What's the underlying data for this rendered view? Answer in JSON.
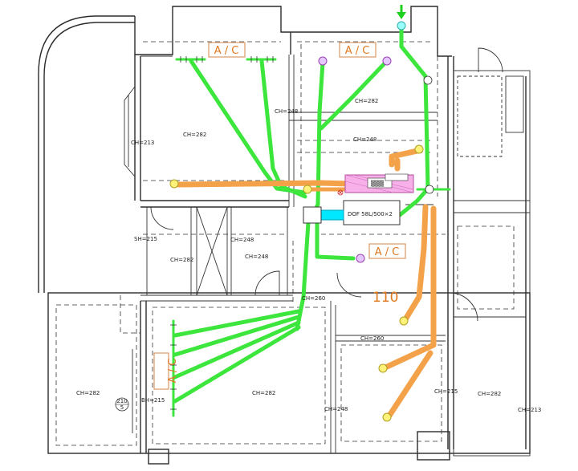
{
  "drawing": {
    "ac_tag": "A / C",
    "ac_tag_vertical": "A\nC",
    "room_number": "110",
    "unit_label": "DOF 58L/500×2",
    "dist_box_label": "▒▒▒",
    "section_marker_top": "210",
    "section_marker_bottom": "5",
    "inlet_arrow": "↓",
    "ceiling_heights": {
      "ch282_a": "CH=282",
      "ch213_a": "CH=213",
      "ch248_a": "CH=248",
      "ch282_b": "CH=282",
      "ch248_b": "CH=248",
      "ch282_c": "CH=282",
      "ch248_c": "CH=248",
      "ch248_d": "CH=248",
      "sh215": "SH=215",
      "ch260_a": "CH=260",
      "ch260_b": "CH=260",
      "ch282_d": "CH=282",
      "ch282_e": "CH=282",
      "bh215": "BH=215",
      "ch248_e": "CH=248",
      "ch215": "CH=215",
      "ch282_f": "CH=282",
      "ch213_b": "CH=213"
    }
  },
  "colors": {
    "supply_duct": "#3ce63c",
    "return_duct": "#f4a24a",
    "ac_tag_text": "#e0781e",
    "walls": "#2b2b2b"
  }
}
